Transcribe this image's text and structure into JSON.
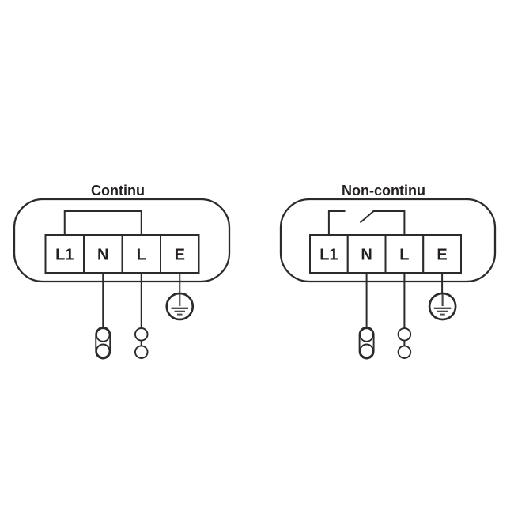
{
  "colors": {
    "background": "#ffffff",
    "line": "#2b2b2b",
    "text": "#231f20",
    "ground_bars": "#4d4d4d"
  },
  "diagrams": [
    {
      "title": "Continu",
      "bridge": "continuous-jumper",
      "terminals": [
        "L1",
        "N",
        "L",
        "E"
      ]
    },
    {
      "title": "Non-continu",
      "bridge": "switched-jumper",
      "terminals": [
        "L1",
        "N",
        "L",
        "E"
      ]
    }
  ],
  "icons": {
    "earth_ground": "circle with vertical stem over three shrinking horizontal bars",
    "capsule_connector": "vertical stadium outline enclosing two stacked circles",
    "twin_circle_connector": "two stacked circles joined by a short vertical link"
  }
}
